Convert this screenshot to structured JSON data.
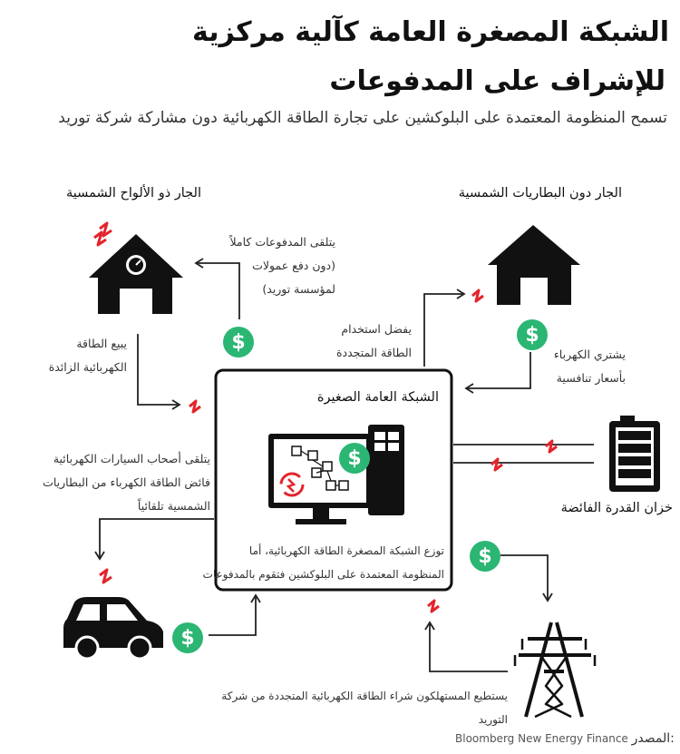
{
  "header": {
    "title_line1": "الشبكة المصغرة العامة كآلية مركزية",
    "title_line2": "للإشراف على المدفوعات",
    "subtitle": "تسمح المنظومة المعتمدة على البلوكشين على تجارة الطاقة الكهربائية دون مشاركة شركة توريد"
  },
  "nodes": {
    "solar_neighbor": "الجار ذو الألواح الشمسية",
    "battery_less_neighbor": "الجار دون البطاريات الشمسية",
    "microgrid": "الشبكة العامة الصغيرة",
    "storage": "خزان القدرة الفائضة"
  },
  "notes": {
    "receives_payments": [
      "يتلقى المدفوعات كاملاً",
      "(دون دفع عمولات",
      "لمؤسسة توريد)"
    ],
    "sells_surplus": [
      "يبيع الطاقة",
      "الكهربائية الزائدة"
    ],
    "prefers_renewable": [
      "يفضل استخدام",
      "الطاقة المتجددة"
    ],
    "buys_competitive": [
      "يشتري الكهرباء",
      "بأسعار تنافسية"
    ],
    "ev_owners": [
      "يتلقى أصحاب السيارات الكهربائية",
      "فائض الطاقة الكهرباء من البطاريات",
      "الشمسية تلقائياً"
    ],
    "distribution": [
      "توزع الشبكة المصغرة الطاقة الكهربائية، أما",
      "المنظومة المعتمدة على البلوكشين فتقوم بالمدفوعات"
    ],
    "consumers": "يستطيع المستهلكون شراء الطاقة الكهربائية المتجددة من شركة التوريد"
  },
  "source": {
    "label": "المصدر:",
    "value": "Bloomberg New Energy Finance"
  },
  "icons": {
    "dollar_symbol": "$",
    "colors": {
      "green": "#2bb673",
      "red": "#e3242b",
      "black": "#111111"
    }
  }
}
